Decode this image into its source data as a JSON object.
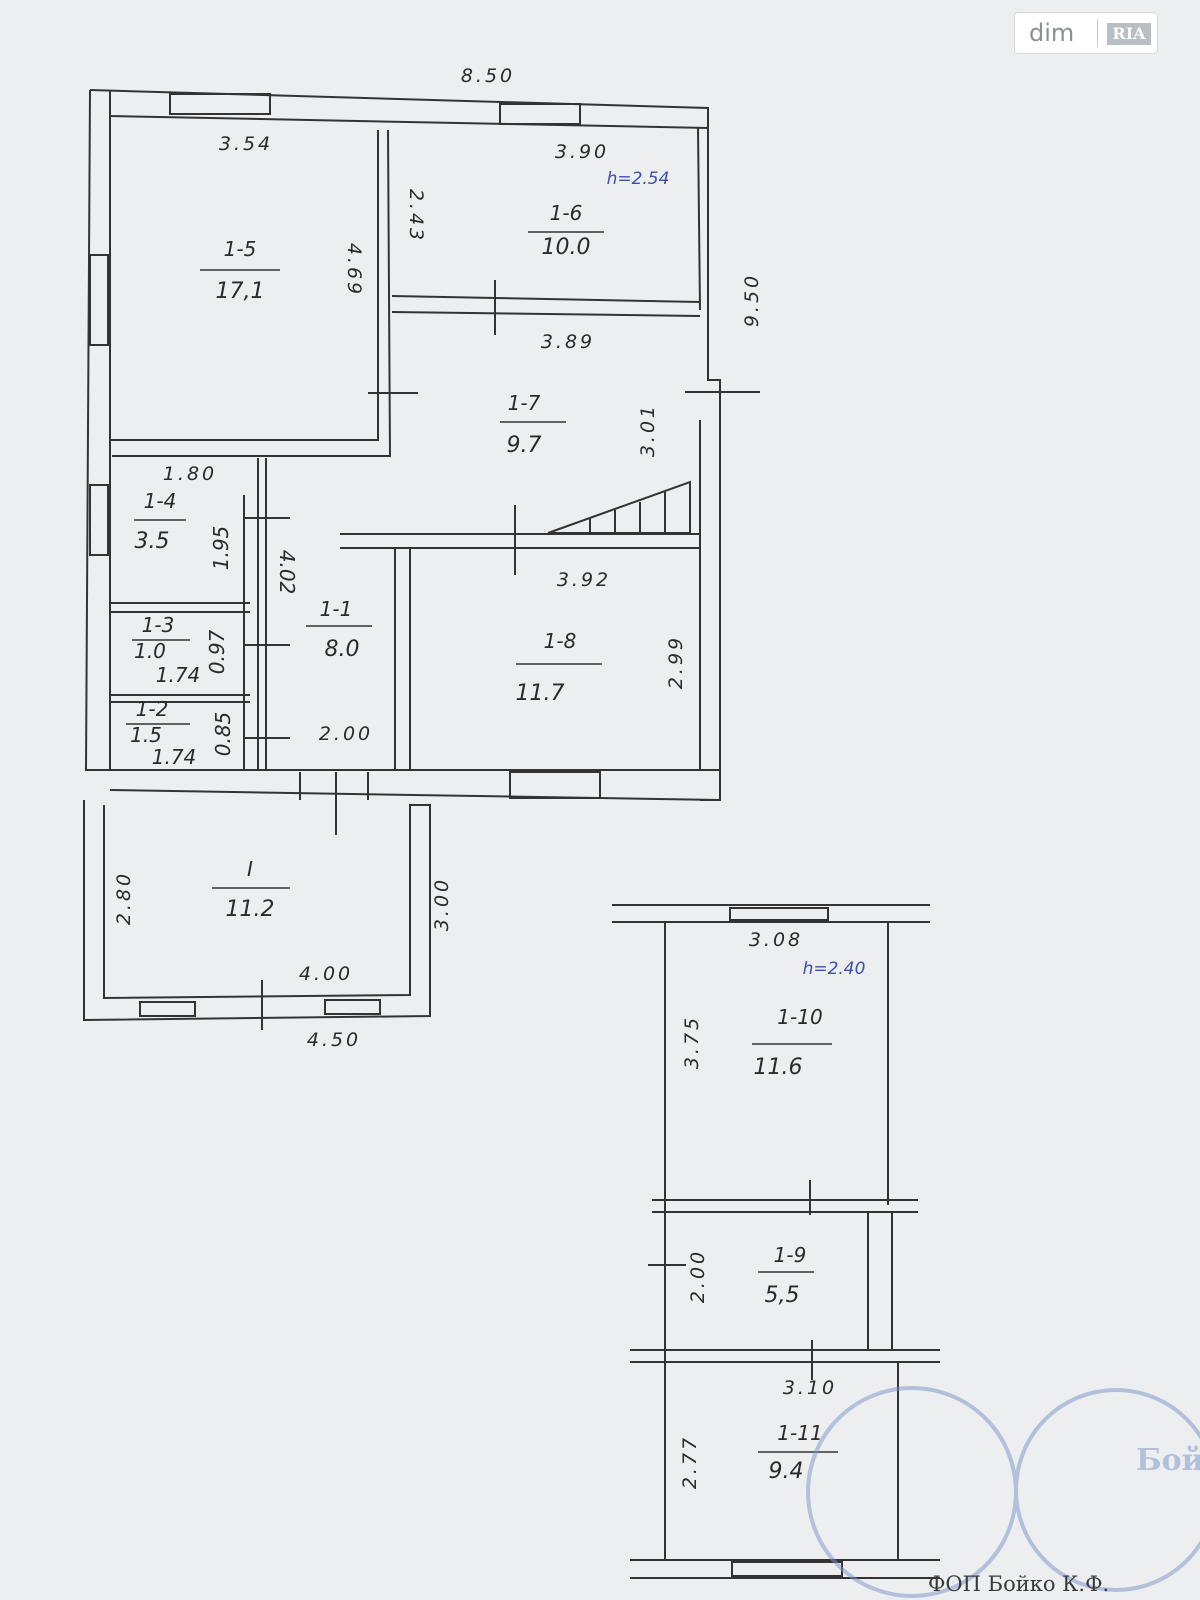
{
  "watermark": {
    "brand": "dim",
    "sub": "RIA"
  },
  "footer_text": "ФОП Бойко К.Ф.",
  "stamp_text": "Бойко Катерина",
  "plan": {
    "height_main": "h=2.54",
    "height_annex": "h=2.40",
    "rooms": [
      {
        "id": "1-5",
        "area": "17,1"
      },
      {
        "id": "1-6",
        "area": "10.0"
      },
      {
        "id": "1-7",
        "area": "9.7"
      },
      {
        "id": "1-4",
        "area": "3.5"
      },
      {
        "id": "1-3",
        "area": "1.0"
      },
      {
        "id": "1-2",
        "area": "1.5"
      },
      {
        "id": "1-1",
        "area": "8.0"
      },
      {
        "id": "1-8",
        "area": "11.7"
      },
      {
        "id": "I",
        "area": "11.2"
      },
      {
        "id": "1-10",
        "area": "11.6"
      },
      {
        "id": "1-9",
        "area": "5,5"
      },
      {
        "id": "1-11",
        "area": "9.4"
      }
    ],
    "dimensions": {
      "overall_width": "8.50",
      "overall_depth": "9.50",
      "r15_width": "3.54",
      "r15_depth": "4.69",
      "r16_width": "3.90",
      "r16_depth": "2.43",
      "r17_width": "3.89",
      "r17_depth": "3.01",
      "r14_width": "1.80",
      "r14_depth": "1.95",
      "r13_depth": "0.97",
      "r13_width": "1.74",
      "r12_depth": "0.85",
      "r12_width": "1.74",
      "r11_depth": "4.02",
      "r11_width": "2.00",
      "r18_width": "3.92",
      "r18_depth": "2.99",
      "porch_depth_in": "2.80",
      "porch_depth_out": "3.00",
      "porch_width_in": "4.00",
      "porch_width_out": "4.50",
      "r110_width": "3.08",
      "r110_depth": "3.75",
      "r19_depth": "2.00",
      "r111_width": "3.10",
      "r111_depth": "2.77"
    }
  }
}
